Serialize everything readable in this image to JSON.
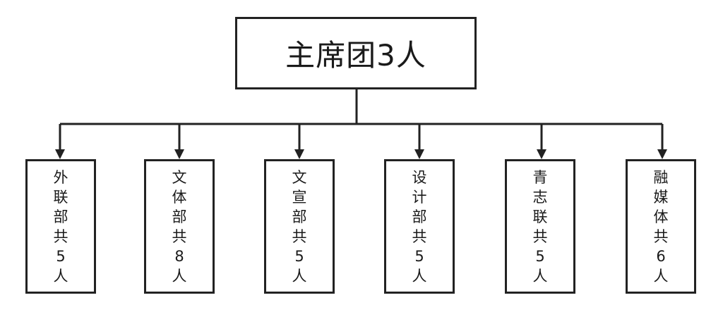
{
  "root": {
    "label": "主席团3人"
  },
  "departments": [
    {
      "lines": [
        "外",
        "联",
        "部",
        "共",
        "5",
        "人"
      ]
    },
    {
      "lines": [
        "文",
        "体",
        "部",
        "共",
        "8",
        "人"
      ]
    },
    {
      "lines": [
        "文",
        "宣",
        "部",
        "共",
        "5",
        "人"
      ]
    },
    {
      "lines": [
        "设",
        "计",
        "部",
        "共",
        "5",
        "人"
      ]
    },
    {
      "lines": [
        "青",
        "志",
        "联",
        "共",
        "5",
        "人"
      ]
    },
    {
      "lines": [
        "融",
        "媒",
        "体",
        "共",
        "6",
        "人"
      ]
    }
  ],
  "colors": {
    "stroke": "#222222",
    "background": "#ffffff"
  }
}
